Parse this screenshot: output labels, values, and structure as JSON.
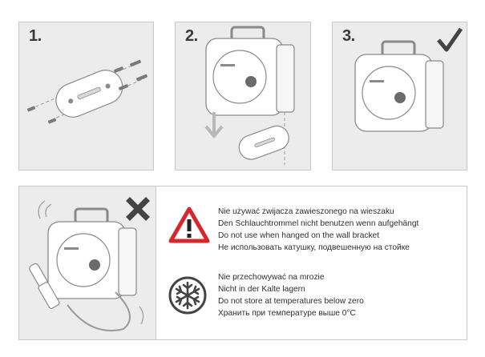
{
  "steps": [
    {
      "label": "1."
    },
    {
      "label": "2."
    },
    {
      "label": "3."
    }
  ],
  "icons": {
    "check": "check-icon",
    "cross": "cross-icon",
    "warning": "warning-triangle-icon",
    "frost": "snowflake-icon",
    "down_arrow": "arrow-down-icon"
  },
  "colors": {
    "panel_bg": "#ececec",
    "warning_red": "#d9262b",
    "mark_dark": "#444444"
  },
  "warnings": [
    {
      "lines": [
        "Nie używać zwijacza zawieszonego na wieszaku",
        "Den Schlauchtrommel nicht benutzen wenn aufgehängt",
        "Do not use when hanged on the wall bracket",
        "Не использовать катушку, подвешенную на стойке"
      ]
    },
    {
      "lines": [
        "Nie przechowywać na mrozie",
        "Nicht in der Kalte lagern",
        "Do not store at temperatures below zero",
        "Хранить при температуре выше 0°C"
      ]
    }
  ]
}
